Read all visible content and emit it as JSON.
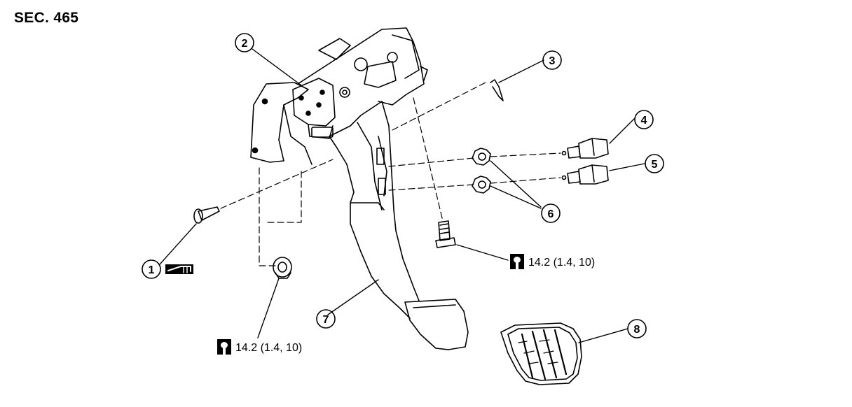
{
  "section_label": "SEC. 465",
  "callouts": [
    "1",
    "2",
    "3",
    "4",
    "5",
    "6",
    "7",
    "8"
  ],
  "torque_specs": [
    {
      "text": "14.2 (1.4, 10)"
    },
    {
      "text": "14.2 (1.4, 10)"
    }
  ],
  "icons": {
    "torque": "tightening-torque-icon",
    "grease": "grease-application-icon"
  }
}
